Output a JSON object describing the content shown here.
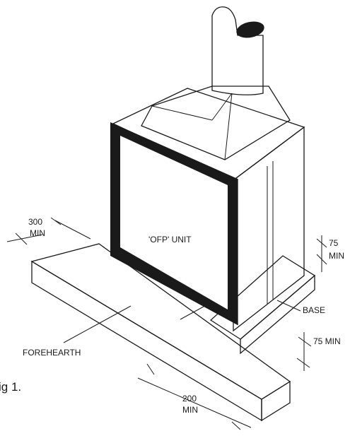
{
  "labels": {
    "hearth_300": "300",
    "hearth_300_min": "MIN",
    "unit": "'OFP' UNIT",
    "side_75": "75",
    "side_75_min": "MIN",
    "base": "BASE",
    "front_75_min": "75 MIN",
    "forehearth": "FOREHEARTH",
    "dim_200": "200",
    "dim_200_min": "MIN",
    "figure": "ig 1."
  }
}
